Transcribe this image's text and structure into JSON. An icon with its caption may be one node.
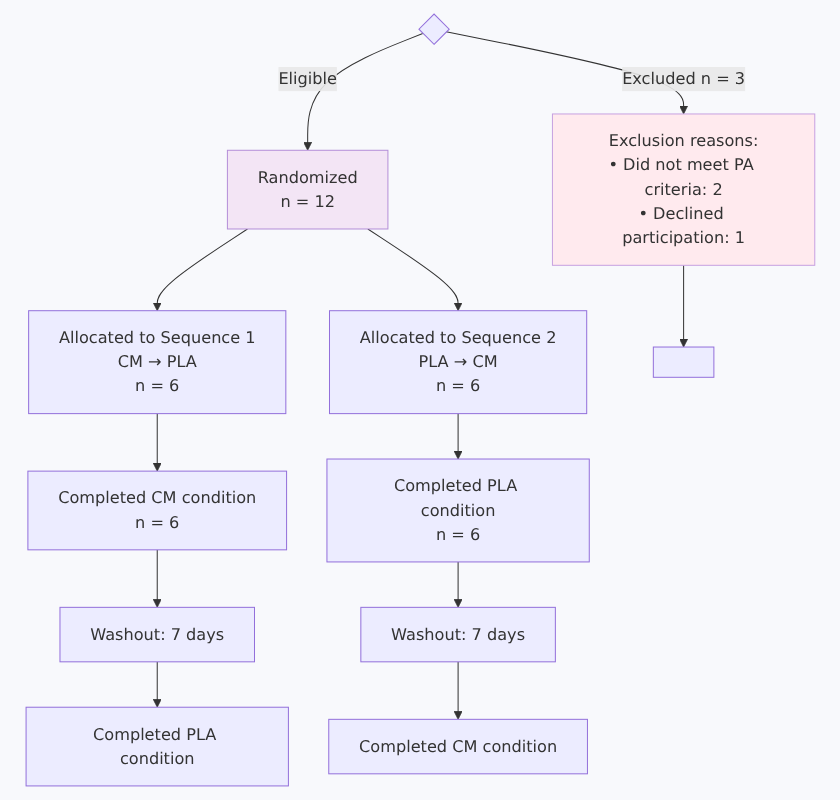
{
  "diagram": {
    "nodes": [
      {
        "text": [],
        "shape": "diamond"
      },
      {
        "text": [
          "Randomized",
          "n = 12"
        ]
      },
      {
        "text": [
          "Exclusion reasons:",
          "• Did not meet PA criteria: 2",
          "• Declined participation: 1"
        ]
      },
      {
        "text": [
          "Allocated to Sequence 1",
          "CM → PLA",
          "n = 6"
        ]
      },
      {
        "text": [
          "Allocated to Sequence 2",
          "PLA → CM",
          "n = 6"
        ]
      },
      {
        "text": [],
        "shape": "box"
      },
      {
        "text": [
          "Completed CM condition",
          "n = 6"
        ]
      },
      {
        "text": [
          "Completed PLA condition",
          "n = 6"
        ]
      },
      {
        "text": [
          "Washout: 7 days"
        ]
      },
      {
        "text": [
          "Washout: 7 days"
        ]
      },
      {
        "text": [
          "Completed PLA condition"
        ]
      },
      {
        "text": [
          "Completed CM condition"
        ]
      }
    ],
    "edges": [
      {
        "from": 0,
        "to": 1,
        "arrow": "to",
        "label": "Eligible"
      },
      {
        "from": 0,
        "to": 2,
        "arrow": "to",
        "label": "Excluded n = 3"
      },
      {
        "from": 1,
        "to": 3,
        "arrow": "to"
      },
      {
        "from": 1,
        "to": 4,
        "arrow": "to"
      },
      {
        "from": 2,
        "to": 5,
        "arrow": "to"
      },
      {
        "from": 3,
        "to": 6,
        "arrow": "to"
      },
      {
        "from": 4,
        "to": 7,
        "arrow": "to"
      },
      {
        "from": 6,
        "to": 8,
        "arrow": "to"
      },
      {
        "from": 7,
        "to": 9,
        "arrow": "to"
      },
      {
        "from": 8,
        "to": 10,
        "arrow": "to"
      },
      {
        "from": 9,
        "to": 11,
        "arrow": "to"
      }
    ]
  }
}
